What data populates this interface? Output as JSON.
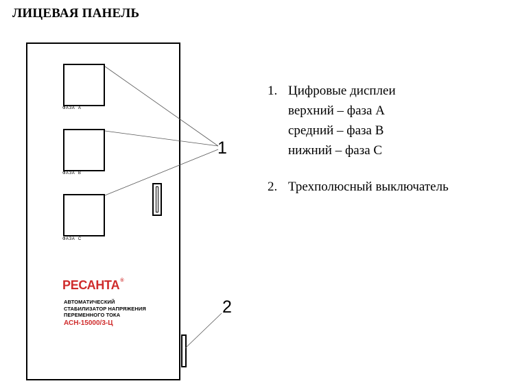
{
  "title": "ЛИЦЕВАЯ ПАНЕЛЬ",
  "panel": {
    "displays": [
      {
        "label": "ФАЗА  А"
      },
      {
        "label": "ФАЗА  В"
      },
      {
        "label": "ФАЗА  С"
      }
    ],
    "brand": "РЕСАНТА",
    "brand_mark": "®",
    "description": [
      "АВТОМАТИЧЕСКИЙ",
      "СТАБИЛИЗАТОР НАПРЯЖЕНИЯ",
      "ПЕРЕМЕННОГО ТОКА"
    ],
    "model": "АСН-15000/3-Ц",
    "brand_color": "#cf2b2b"
  },
  "callouts": {
    "one": "1",
    "two": "2"
  },
  "legend": {
    "item1": {
      "number": "1.",
      "text": "Цифровые дисплеи",
      "lines": [
        "верхний – фаза А",
        "средний – фаза В",
        "нижний – фаза С"
      ]
    },
    "item2": {
      "number": "2.",
      "text": "Трехполюсный выключатель"
    }
  }
}
